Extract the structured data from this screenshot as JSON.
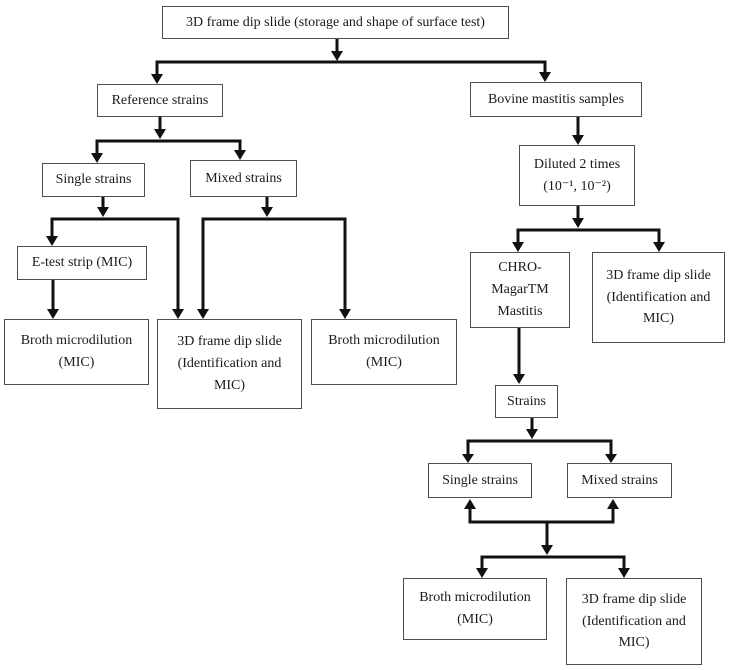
{
  "nodes": {
    "top": {
      "label": "3D frame dip slide (storage and shape of surface test)"
    },
    "reference": {
      "label": "Reference strains"
    },
    "bovine": {
      "label": "Bovine mastitis samples"
    },
    "single_left": {
      "label": "Single strains"
    },
    "mixed_left": {
      "label": "Mixed strains"
    },
    "etest": {
      "label": "E-test strip (MIC)"
    },
    "broth_left": {
      "label": "Broth microdilution\n(MIC)"
    },
    "dip_left": {
      "label": "3D frame dip slide\n(Identification and\nMIC)"
    },
    "broth_mid": {
      "label": "Broth microdilution\n(MIC)"
    },
    "diluted": {
      "label": "Diluted 2 times\n(10⁻¹, 10⁻²)"
    },
    "chromagar": {
      "label": "CHRO-\nMagarTM\nMastitis"
    },
    "dip_right": {
      "label": "3D frame dip slide\n(Identification and\nMIC)"
    },
    "strains": {
      "label": "Strains"
    },
    "single_right": {
      "label": "Single strains"
    },
    "mixed_right": {
      "label": "Mixed strains"
    },
    "broth_bottom": {
      "label": "Broth microdilution\n(MIC)"
    },
    "dip_bottom": {
      "label": "3D frame dip slide\n(Identification and\nMIC)"
    }
  },
  "style": {
    "line_color": "#111111",
    "box_border_color": "#4f4f4f",
    "background": "#ffffff"
  }
}
